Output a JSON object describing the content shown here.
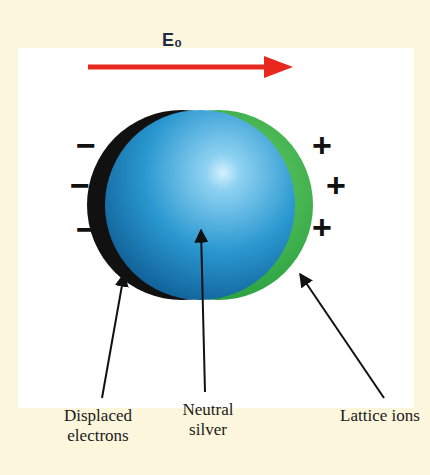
{
  "diagram": {
    "labels": [
      "E₀",
      "−",
      "−",
      "−",
      "+",
      "+",
      "+",
      "Displaced electrons",
      "Neutral silver",
      "Lattice ions"
    ]
  }
}
